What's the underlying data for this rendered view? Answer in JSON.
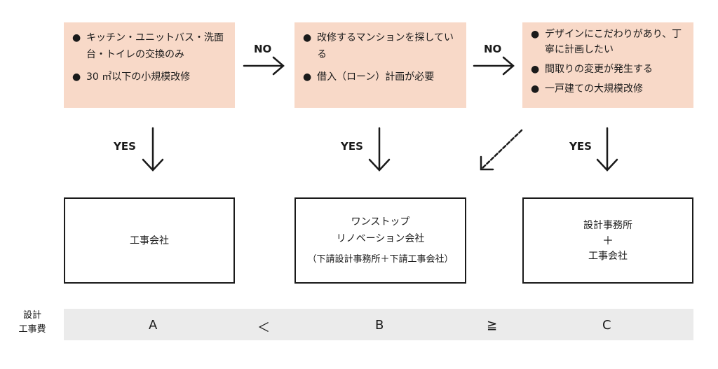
{
  "conditions": {
    "left": {
      "items": [
        "キッチン・ユニットバス・洗面台・トイレの交換のみ",
        "30 ㎡以下の小規模改修"
      ]
    },
    "middle": {
      "items": [
        "改修するマンションを探している",
        "借入（ローン）計画が必要"
      ]
    },
    "right": {
      "items": [
        "デザインにこだわりがあり、丁寧に計画したい",
        "間取りの変更が発生する",
        "一戸建ての大規模改修"
      ]
    }
  },
  "flow_labels": {
    "no1": "NO",
    "no2": "NO",
    "yes1": "YES",
    "yes2": "YES",
    "yes3": "YES"
  },
  "results": {
    "a": {
      "text": "工事会社"
    },
    "b": {
      "line1": "ワンストップ",
      "line2": "リノベーション会社",
      "sub": "（下請設計事務所＋下請工事会社）"
    },
    "c": {
      "line1": "設計事務所",
      "plus": "＋",
      "line2": "工事会社"
    }
  },
  "cost": {
    "label_line1": "設計",
    "label_line2": "工事費",
    "a": "A",
    "op1": "＜",
    "b": "B",
    "op2": "≧",
    "c": "C"
  },
  "colors": {
    "condition_bg": "#f8d9c8",
    "cost_bar_bg": "#ebebeb",
    "stroke": "#1a1a1a"
  }
}
